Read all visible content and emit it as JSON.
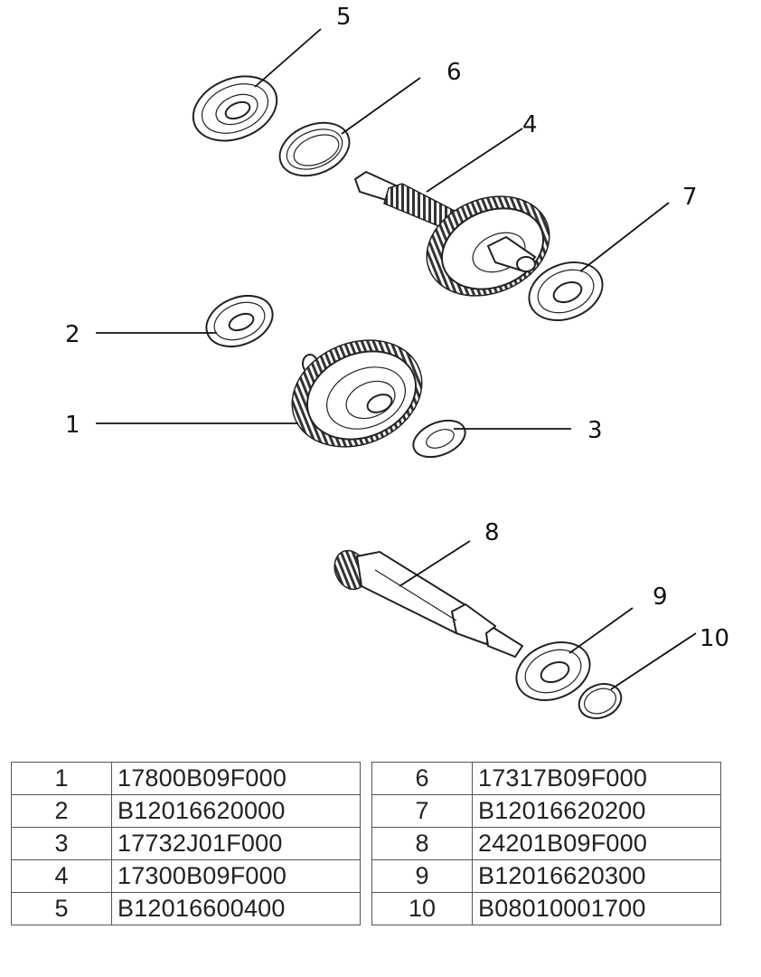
{
  "callouts": [
    "1",
    "2",
    "3",
    "4",
    "5",
    "6",
    "7",
    "8",
    "9",
    "10"
  ],
  "parts_left": [
    {
      "index": "1",
      "part_no": "17800B09F000"
    },
    {
      "index": "2",
      "part_no": "B12016620000"
    },
    {
      "index": "3",
      "part_no": "17732J01F000"
    },
    {
      "index": "4",
      "part_no": "17300B09F000"
    },
    {
      "index": "5",
      "part_no": "B12016600400"
    }
  ],
  "parts_right": [
    {
      "index": "6",
      "part_no": "17317B09F000"
    },
    {
      "index": "7",
      "part_no": "B12016620200"
    },
    {
      "index": "8",
      "part_no": "24201B09F000"
    },
    {
      "index": "9",
      "part_no": "B12016620300"
    },
    {
      "index": "10",
      "part_no": "B08010001700"
    }
  ]
}
